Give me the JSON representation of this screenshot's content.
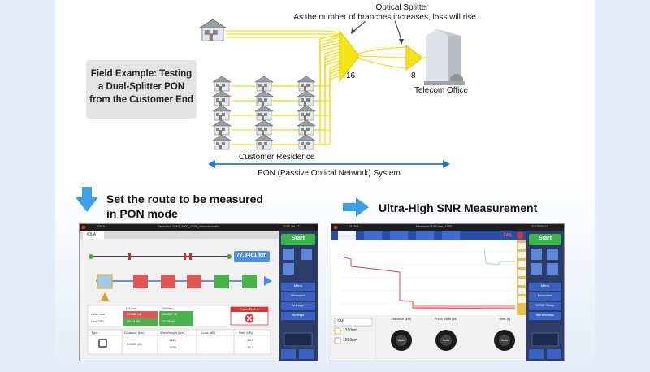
{
  "diagram": {
    "splitter_title": "Optical Splitter",
    "splitter_note": "As the number of branches increases, loss will rise.",
    "field_example": "Field Example: Testing\na Dual-Splitter PON\nfrom the Customer End",
    "splitter_count_1": "16",
    "splitter_count_2": "8",
    "telecom_office": "Telecom Office",
    "customer_residence": "Customer Residence",
    "pon_system": "PON (Passive Optical Network) System"
  },
  "steps": {
    "left": "Set the route to be measured\nin PON mode",
    "right": "Ultra-High SNR Measurement"
  },
  "screen_left": {
    "topbar_left": "IOLA",
    "topbar_center": "Personal: 1910_2020_2025_Monoskandes",
    "topbar_right": "2023-09-12",
    "tab": "iOLA",
    "distance": "77.8461 km",
    "start": "Start",
    "menu": [
      "Menu",
      "Measured",
      "Manage",
      "Settings"
    ],
    "wavelength_col": "1310nm",
    "wavelength_col2": "1550nm",
    "fail_label": "Pass: Test: 0",
    "row_labels": [
      "Link Loss",
      "Link ORL"
    ],
    "cells": [
      "25.486 dB",
      "26.888 dB",
      "25.14 dB",
      "30.88 dB"
    ],
    "table_headers": [
      "Type",
      "Distance (km)",
      "Wavelength (nm)",
      "Loss (dB)",
      "Refl. (dB)"
    ],
    "table_values": [
      "0.0000 (A)",
      "1310",
      "1550",
      "-44.1",
      "-44.7"
    ]
  },
  "screen_right": {
    "topbar_left": "OTDR",
    "topbar_center": "Filename: 1310nm_1550",
    "topbar_right": "2023-09-12",
    "fail": "FAIL",
    "start": "Start",
    "menu": [
      "Menu",
      "Document",
      "OTDR Setup",
      "Identification"
    ],
    "wavelengths": [
      "1310nm",
      "1550nm"
    ],
    "mode_label": "SM",
    "knob_labels": [
      "Distance (km)",
      "Pulse width (ns)",
      "Time (s)"
    ],
    "knob_marks": [
      "Auto",
      "Auto",
      "Auto"
    ]
  },
  "colors": {
    "fiber": "#f7e21b",
    "arrow_blue": "#1f78d1",
    "step_arrow": "#3ca0e8",
    "start_green": "#3bb54a",
    "menu_blue": "#3a62c2",
    "trace_red": "#e03232",
    "trace_cyan": "#8fe0e8"
  }
}
